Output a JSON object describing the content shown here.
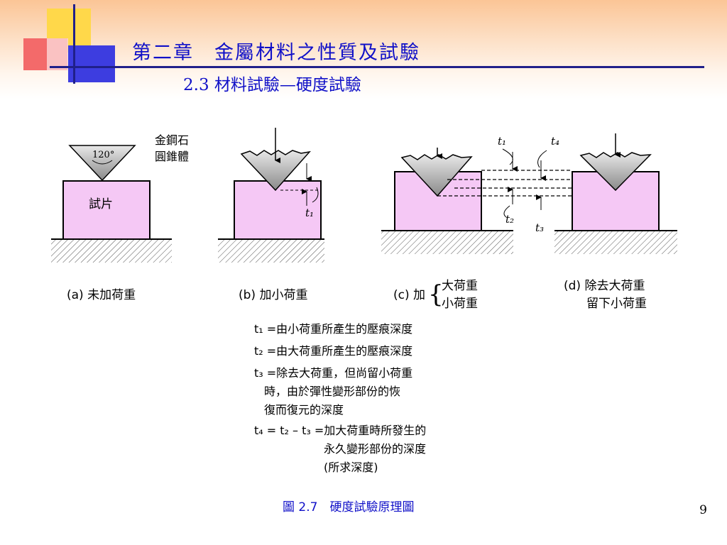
{
  "slide": {
    "chapter_title": "第二章　金屬材料之性質及試驗",
    "section_title": "2.3  材料試驗—硬度試驗",
    "page_number": "9",
    "colors": {
      "title": "#1010c8",
      "specimen": "#f5c8f5",
      "indenter": "#b0b0b0"
    }
  },
  "figure": {
    "indenter_label_1": "金鋼石",
    "indenter_label_2": "圓錐體",
    "angle": "120°",
    "specimen": "試片",
    "caption_a": "(a) 未加荷重",
    "caption_b": "(b) 加小荷重",
    "caption_c_prefix": "(c) 加",
    "caption_c_line1": "大荷重",
    "caption_c_line2": "小荷重",
    "caption_d_line1": "(d) 除去大荷重",
    "caption_d_line2": "留下小荷重",
    "t1_label": "t₁",
    "t2_label": "t₂",
    "t3_label": "t₃",
    "t4_label": "t₄",
    "def_t1": "t₁ =由小荷重所產生的壓痕深度",
    "def_t2": "t₂ =由大荷重所產生的壓痕深度",
    "def_t3_l1": "t₃ =除去大荷重，但尚留小荷重",
    "def_t3_l2": "時，由於彈性變形部份的恢",
    "def_t3_l3": "復而復元的深度",
    "def_t4_l1": "t₄ = t₂ – t₃ =加大荷重時所發生的",
    "def_t4_l2": "永久變形部份的深度",
    "def_t4_l3": "(所求深度)",
    "fig_caption": "圖 2.7　硬度試驗原理圖"
  }
}
